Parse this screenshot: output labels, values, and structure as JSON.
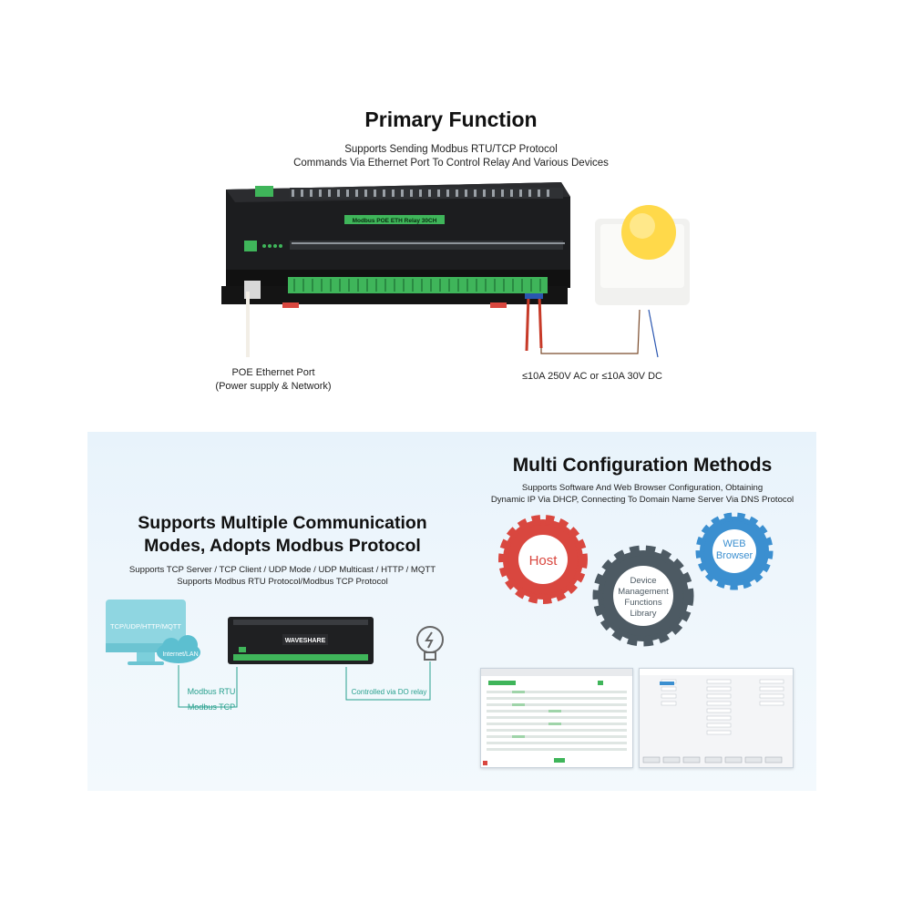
{
  "top": {
    "title": "Primary Function",
    "subtitle_line1": "Supports Sending Modbus RTU/TCP Protocol",
    "subtitle_line2": "Commands Via Ethernet Port To Control Relay And Various Devices",
    "device_label": "Modbus POE ETH Relay 30CH",
    "poe_label_line1": "POE Ethernet Port",
    "poe_label_line2": "(Power supply & Network)",
    "spec_label": "≤10A 250V AC or ≤10A 30V DC"
  },
  "config": {
    "title": "Multi Configuration Methods",
    "subtitle_line1": "Supports Software And Web Browser Configuration, Obtaining",
    "subtitle_line2": "Dynamic IP Via DHCP, Connecting To Domain Name Server Via DNS Protocol",
    "gear_host": "Host",
    "gear_library_line1": "Device",
    "gear_library_line2": "Management",
    "gear_library_line3": "Functions",
    "gear_library_line4": "Library",
    "gear_web_line1": "WEB",
    "gear_web_line2": "Browser"
  },
  "comm": {
    "title_line1": "Supports Multiple Communication",
    "title_line2": "Modes, Adopts Modbus Protocol",
    "subtitle_line1": "Supports TCP Server / TCP Client / UDP Mode / UDP Multicast / HTTP / MQTT",
    "subtitle_line2": "Supports Modbus RTU Protocol/Modbus TCP Protocol",
    "monitor_label": "TCP/UDP/HTTP/MQTT",
    "cloud_label": "Internet/LAN",
    "device_brand": "WAVESHARE",
    "modbus_rtu": "Modbus RTU",
    "modbus_tcp": "Modbus TCP",
    "do_relay": "Controlled via DO relay"
  },
  "colors": {
    "gear_red": "#d9473f",
    "gear_gray": "#4d5a63",
    "gear_blue": "#3b8fd0",
    "teal": "#29a38f",
    "terminal_green": "#3fb55a",
    "wire_red": "#c73a28",
    "wire_blue": "#2a56b0",
    "wire_brown": "#7a4a2a"
  }
}
